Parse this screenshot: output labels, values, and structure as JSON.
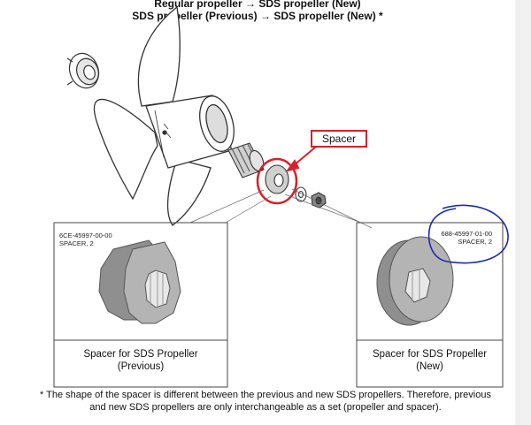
{
  "header": {
    "line1": "Regular propeller → SDS propeller (New)",
    "line2": "SDS propeller (Previous) → SDS propeller (New) *"
  },
  "callout": {
    "label": "Spacer"
  },
  "panels": [
    {
      "part_number": "6CE-45997-00-00",
      "part_name": "SPACER, 2",
      "caption_line1": "Spacer for SDS Propeller",
      "caption_line2": "(Previous)"
    },
    {
      "part_number": "688-45997-01-00",
      "part_name": "SPACER, 2",
      "caption_line1": "Spacer for SDS Propeller",
      "caption_line2": "(New)"
    }
  ],
  "note": {
    "line1": "* The shape of the spacer is different between the previous and new SDS propellers. Therefore, previous",
    "line2": "and new SDS propellers are only interchangeable as a set (propeller and spacer)."
  },
  "colors": {
    "highlight_red": "#d8202a",
    "annotation_blue": "#1a2bb0",
    "line_art": "#333333",
    "part_fill": "#9a9a9a"
  }
}
